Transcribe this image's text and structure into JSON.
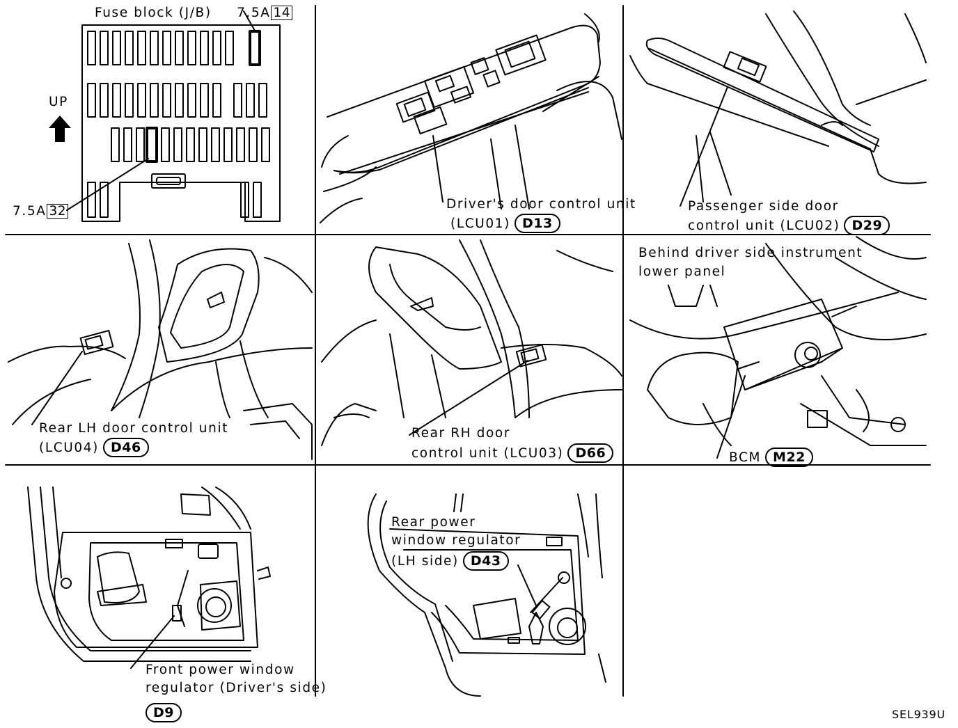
{
  "fuse_block": {
    "title": "Fuse block (J/B)",
    "up_label": "UP",
    "fuse_top_rating": "7.5A",
    "fuse_top_number": "14",
    "fuse_bottom_rating": "7.5A",
    "fuse_bottom_number": "32"
  },
  "drivers_door": {
    "line1": "Driver's door control unit",
    "line2": "(LCU01)",
    "code": "D13"
  },
  "passenger_door": {
    "line1": "Passenger side door",
    "line2": "control unit (LCU02)",
    "code": "D29"
  },
  "rear_lh_door": {
    "line1": "Rear LH door control unit",
    "line2": "(LCU04)",
    "code": "D46"
  },
  "rear_rh_door": {
    "line1": "Rear RH door",
    "line2": "control unit (LCU03)",
    "code": "D66"
  },
  "bcm": {
    "line1": "Behind driver side instrument",
    "line2": "lower panel",
    "label": "BCM",
    "code": "M22"
  },
  "front_regulator": {
    "line1": "Front power window",
    "line2": "regulator (Driver's side)",
    "code": "D9"
  },
  "rear_regulator": {
    "line1": "Rear power",
    "line2": "window regulator",
    "line3": "(LH side)",
    "code": "D43"
  },
  "figure_id": "SEL939U"
}
